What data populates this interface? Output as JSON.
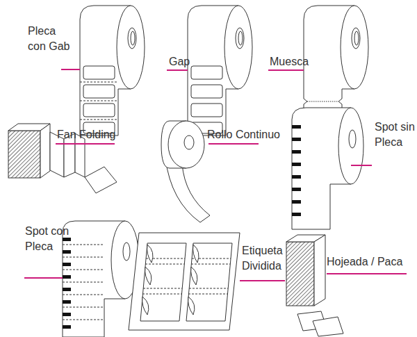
{
  "diagram": {
    "labels": [
      "Pleca con Gab",
      "Gap",
      "Muesca",
      "Fan Folding",
      "Rollo Continuo",
      "Spot sin Pleca",
      "Spot con Pleca",
      "Etiqueta Dividida",
      "Hojeada / Paca"
    ]
  }
}
